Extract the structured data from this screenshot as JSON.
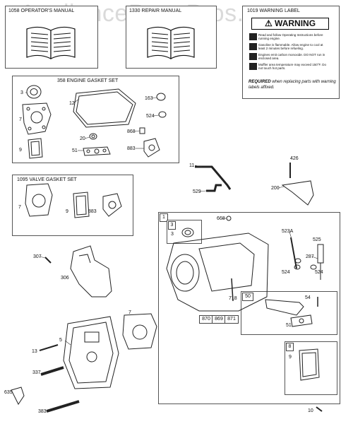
{
  "watermark": "AppliancePartsPros.com",
  "manuals": {
    "operators": "1058 OPERATOR'S MANUAL",
    "repair": "1330 REPAIR MANUAL",
    "warning": "1019 WARNING LABEL"
  },
  "warning_label": {
    "heading": "WARNING",
    "lines": [
      "Read and follow Operating Instructions before running engine.",
      "Gasoline is flammable. Allow engine to cool at least 2 minutes before refueling.",
      "Engines emit carbon monoxide. DO NOT run in enclosed area.",
      "Muffler area temperature may exceed 150°F. Do not touch hot parts."
    ],
    "required_bold": "REQUIRED",
    "required_rest": " when replacing parts with warning labels affixed."
  },
  "gasket_set": {
    "title": "358 ENGINE GASKET SET",
    "labels": [
      "3",
      "12",
      "163",
      "7",
      "524",
      "20",
      "868",
      "9",
      "51",
      "883"
    ]
  },
  "valve_set": {
    "title": "1095 VALVE GASKET SET",
    "labels": [
      "7",
      "9",
      "883"
    ]
  },
  "loose_parts": [
    "11",
    "426",
    "529",
    "200",
    "307",
    "306",
    "7",
    "5",
    "13",
    "337",
    "635",
    "383",
    "10"
  ],
  "block": {
    "tag": "1",
    "sub_tag": "3",
    "sub_label": "3",
    "labels": [
      "668",
      "523A",
      "525",
      "287",
      "524",
      "524",
      "718"
    ],
    "bottom_tags": [
      "870",
      "869",
      "871"
    ]
  },
  "dipstick_set": {
    "tag": "50",
    "labels": [
      "54",
      "51"
    ]
  },
  "breather_set": {
    "tag": "8",
    "labels": [
      "9"
    ]
  }
}
